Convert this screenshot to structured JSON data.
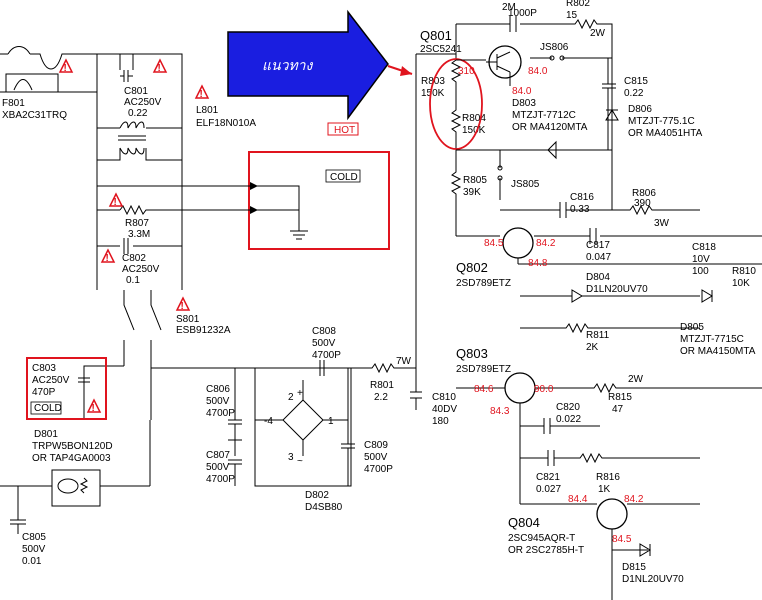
{
  "arrow": {
    "label": "แนวทาง",
    "fill": "#1a1ee0"
  },
  "tags": {
    "hot": "HOT",
    "cold_top": "COLD",
    "cold_left": "COLD"
  },
  "colors": {
    "highlight": "#e0141e",
    "wire": "#000000"
  },
  "voltages": {
    "v310": "310",
    "v84_0a": "84.0",
    "v84_0b": "84.0",
    "v84_5a": "84.5",
    "v84_2a": "84.2",
    "v84_8": "84.8",
    "v84_6": "84.6",
    "v90_0": "90.0",
    "v84_3": "84.3",
    "v84_4": "84.4",
    "v84_2b": "84.2",
    "v84_5b": "84.5"
  },
  "components": {
    "f801": [
      "F801",
      "XBA2C31TRQ"
    ],
    "c801": [
      "C801",
      "AC250V",
      "0.22"
    ],
    "l801": [
      "L801",
      "ELF18N010A"
    ],
    "r807": [
      "R807",
      "3.3M"
    ],
    "c802": [
      "C802",
      "AC250V",
      "0.1"
    ],
    "s801": [
      "S801",
      "ESB91232A"
    ],
    "c803": [
      "C803",
      "AC250V",
      "470P"
    ],
    "d801": [
      "D801",
      "TRPW5BON120D",
      "OR TAP4GA0003"
    ],
    "c805": [
      "C805",
      "500V",
      "0.01"
    ],
    "c806": [
      "C806",
      "500V",
      "4700P"
    ],
    "c807": [
      "C807",
      "500V",
      "4700P"
    ],
    "c808": [
      "C808",
      "500V",
      "4700P"
    ],
    "c809": [
      "C809",
      "500V",
      "4700P"
    ],
    "d802": [
      "D802",
      "D4SB80"
    ],
    "r801": [
      "R801",
      "2.2"
    ],
    "r801_w": "7W",
    "c810": [
      "C810",
      "40DV",
      "180"
    ],
    "q801": [
      "Q801",
      "2SC5241"
    ],
    "c_top": [
      "2M",
      "1000P"
    ],
    "r802": [
      "R802",
      "15"
    ],
    "r802_w": "2W",
    "js806": "JS806",
    "r803": [
      "R803",
      "150K"
    ],
    "r804": [
      "R804",
      "150K"
    ],
    "d803": [
      "D803",
      "MTZJT-7712C",
      "OR MA4120MTA"
    ],
    "c815": [
      "C815",
      "0.22"
    ],
    "d806": [
      "D806",
      "MTZJT-775.1C",
      "OR MA4051HTA"
    ],
    "r805": [
      "R805",
      "39K"
    ],
    "js805": "JS805",
    "c816": [
      "C816",
      "0.33"
    ],
    "r806": [
      "R806",
      "390"
    ],
    "r806_w": "3W",
    "q802": [
      "Q802",
      "2SD789ETZ"
    ],
    "c817": [
      "C817",
      "0.047"
    ],
    "d804": [
      "D804",
      "D1LN20UV70"
    ],
    "c818": [
      "C818",
      "10V",
      "100"
    ],
    "r810": [
      "R810",
      "10K"
    ],
    "r811": [
      "R811",
      "2K"
    ],
    "d805": [
      "D805",
      "MTZJT-7715C",
      "OR MA4150MTA"
    ],
    "q803": [
      "Q803",
      "2SD789ETZ"
    ],
    "r815": [
      "R815",
      "47"
    ],
    "r815_w": "2W",
    "c820": [
      "C820",
      "0.022"
    ],
    "c821": [
      "C821",
      "0.027"
    ],
    "r816": [
      "R816",
      "1K"
    ],
    "q804": [
      "Q804",
      "2SC945AQR-T",
      "OR 2SC2785H-T"
    ],
    "d815": [
      "D815",
      "D1NL20UV70"
    ]
  }
}
